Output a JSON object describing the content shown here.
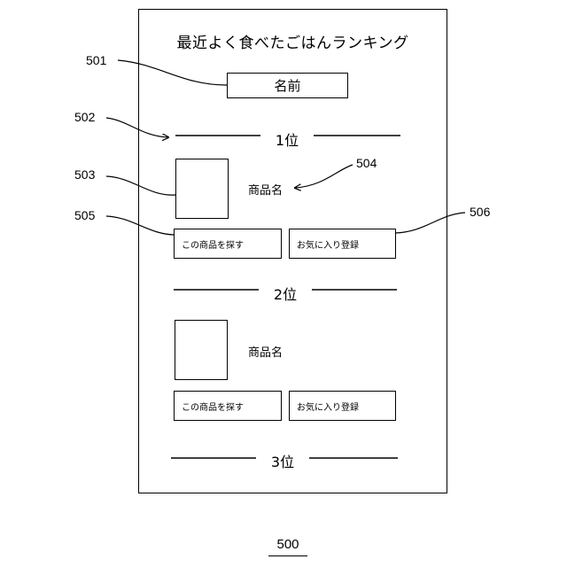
{
  "screen": {
    "title": "最近よく食べたごはんランキング",
    "name_field": "名前",
    "ranks": [
      {
        "label": "1位",
        "product_name": "商品名",
        "search_button": "この商品を探す",
        "favorite_button": "お気に入り登録"
      },
      {
        "label": "2位",
        "product_name": "商品名",
        "search_button": "この商品を探す",
        "favorite_button": "お気に入り登録"
      },
      {
        "label": "3位"
      }
    ]
  },
  "references": {
    "r501": "501",
    "r502": "502",
    "r503": "503",
    "r504": "504",
    "r505": "505",
    "r506": "506"
  },
  "figure_number": "500"
}
